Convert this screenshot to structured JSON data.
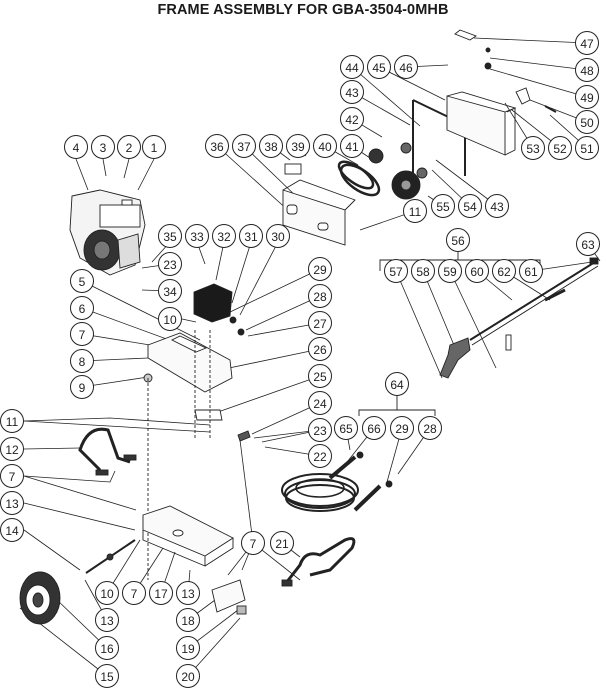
{
  "title": "FRAME ASSEMBLY FOR GBA-3504-0MHB",
  "colors": {
    "line": "#222222",
    "background": "#ffffff"
  },
  "callouts": [
    {
      "id": "b1",
      "label": "1"
    },
    {
      "id": "b2",
      "label": "2"
    },
    {
      "id": "b3",
      "label": "3"
    },
    {
      "id": "b4",
      "label": "4"
    },
    {
      "id": "b5",
      "label": "5"
    },
    {
      "id": "b6",
      "label": "6"
    },
    {
      "id": "b7a",
      "label": "7"
    },
    {
      "id": "b8",
      "label": "8"
    },
    {
      "id": "b9",
      "label": "9"
    },
    {
      "id": "b10a",
      "label": "10"
    },
    {
      "id": "b11a",
      "label": "11"
    },
    {
      "id": "b11b",
      "label": "11"
    },
    {
      "id": "b12",
      "label": "12"
    },
    {
      "id": "b7b",
      "label": "7"
    },
    {
      "id": "b13a",
      "label": "13"
    },
    {
      "id": "b14",
      "label": "14"
    },
    {
      "id": "b10b",
      "label": "10"
    },
    {
      "id": "b7c",
      "label": "7"
    },
    {
      "id": "b17",
      "label": "17"
    },
    {
      "id": "b13b",
      "label": "13"
    },
    {
      "id": "b13c",
      "label": "13"
    },
    {
      "id": "b16",
      "label": "16"
    },
    {
      "id": "b15",
      "label": "15"
    },
    {
      "id": "b18",
      "label": "18"
    },
    {
      "id": "b19",
      "label": "19"
    },
    {
      "id": "b20",
      "label": "20"
    },
    {
      "id": "b7d",
      "label": "7"
    },
    {
      "id": "b21",
      "label": "21"
    },
    {
      "id": "b22",
      "label": "22"
    },
    {
      "id": "b23a",
      "label": "23"
    },
    {
      "id": "b24",
      "label": "24"
    },
    {
      "id": "b25",
      "label": "25"
    },
    {
      "id": "b26",
      "label": "26"
    },
    {
      "id": "b27",
      "label": "27"
    },
    {
      "id": "b28a",
      "label": "28"
    },
    {
      "id": "b29a",
      "label": "29"
    },
    {
      "id": "b30",
      "label": "30"
    },
    {
      "id": "b31",
      "label": "31"
    },
    {
      "id": "b32",
      "label": "32"
    },
    {
      "id": "b33",
      "label": "33"
    },
    {
      "id": "b35",
      "label": "35"
    },
    {
      "id": "b23b",
      "label": "23"
    },
    {
      "id": "b34",
      "label": "34"
    },
    {
      "id": "b36",
      "label": "36"
    },
    {
      "id": "b37",
      "label": "37"
    },
    {
      "id": "b38",
      "label": "38"
    },
    {
      "id": "b39",
      "label": "39"
    },
    {
      "id": "b40",
      "label": "40"
    },
    {
      "id": "b41",
      "label": "41"
    },
    {
      "id": "b42",
      "label": "42"
    },
    {
      "id": "b43a",
      "label": "43"
    },
    {
      "id": "b44",
      "label": "44"
    },
    {
      "id": "b45",
      "label": "45"
    },
    {
      "id": "b46",
      "label": "46"
    },
    {
      "id": "b47",
      "label": "47"
    },
    {
      "id": "b48",
      "label": "48"
    },
    {
      "id": "b49",
      "label": "49"
    },
    {
      "id": "b50",
      "label": "50"
    },
    {
      "id": "b51",
      "label": "51"
    },
    {
      "id": "b52",
      "label": "52"
    },
    {
      "id": "b53",
      "label": "53"
    },
    {
      "id": "b43b",
      "label": "43"
    },
    {
      "id": "b54",
      "label": "54"
    },
    {
      "id": "b55",
      "label": "55"
    },
    {
      "id": "b11c",
      "label": "11"
    },
    {
      "id": "b56",
      "label": "56"
    },
    {
      "id": "b57",
      "label": "57"
    },
    {
      "id": "b58",
      "label": "58"
    },
    {
      "id": "b59",
      "label": "59"
    },
    {
      "id": "b60",
      "label": "60"
    },
    {
      "id": "b62",
      "label": "62"
    },
    {
      "id": "b61",
      "label": "61"
    },
    {
      "id": "b63",
      "label": "63"
    },
    {
      "id": "b64",
      "label": "64"
    },
    {
      "id": "b65",
      "label": "65"
    },
    {
      "id": "b66",
      "label": "66"
    },
    {
      "id": "b29b",
      "label": "29"
    },
    {
      "id": "b28b",
      "label": "28"
    }
  ],
  "groups": [
    {
      "parent": "56",
      "children": [
        "57",
        "58",
        "59",
        "60",
        "62",
        "61"
      ]
    },
    {
      "parent": "64",
      "children": [
        "65",
        "66",
        "29",
        "28"
      ]
    }
  ]
}
